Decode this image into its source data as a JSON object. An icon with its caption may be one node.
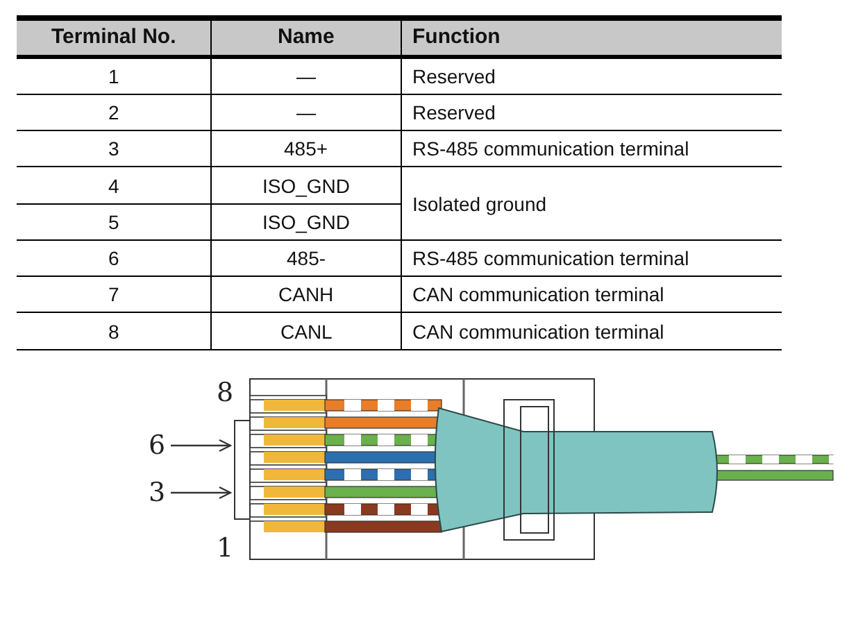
{
  "diagram": {
    "nodes": [
      {
        "text": [
          "6"
        ]
      },
      {
        "text": [
          "3"
        ]
      }
    ],
    "edges": [
      {
        "from": 0,
        "to": null,
        "arrow": "to"
      },
      {
        "from": 1,
        "to": null,
        "arrow": "to"
      }
    ],
    "labels": [
      "Terminal No.",
      "Name",
      "Function",
      "1",
      "—",
      "Reserved",
      "2",
      "—",
      "Reserved",
      "3",
      "485+",
      "RS-485 communication terminal",
      "4",
      "ISO_GND",
      "Isolated ground",
      "5",
      "ISO_GND",
      "6",
      "485-",
      "RS-485 communication terminal",
      "7",
      "CANH",
      "CAN communication terminal",
      "8",
      "CANL",
      "CAN communication terminal",
      "8",
      "1"
    ]
  }
}
